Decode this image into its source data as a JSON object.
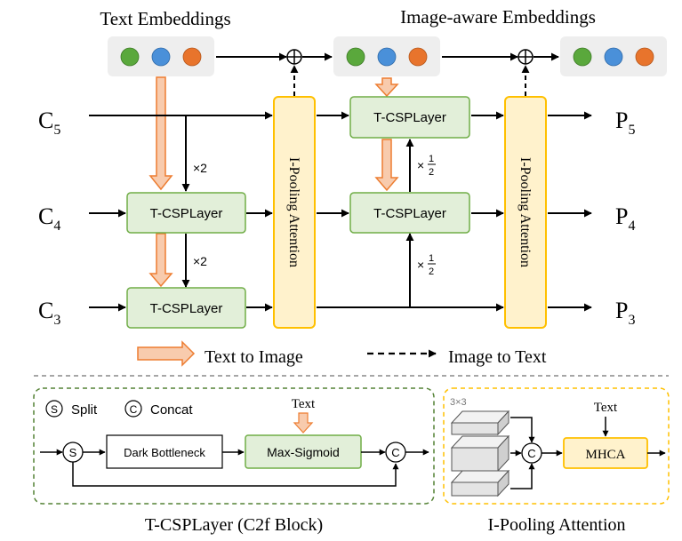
{
  "top": {
    "text_embeddings_label": "Text Embeddings",
    "image_aware_label": "Image-aware Embeddings",
    "dot_colors": [
      "#5aa83c",
      "#4a90d9",
      "#e8742c"
    ]
  },
  "inputs": [
    {
      "base": "C",
      "sub": "5"
    },
    {
      "base": "C",
      "sub": "4"
    },
    {
      "base": "C",
      "sub": "3"
    }
  ],
  "outputs": [
    {
      "base": "P",
      "sub": "5"
    },
    {
      "base": "P",
      "sub": "4"
    },
    {
      "base": "P",
      "sub": "3"
    }
  ],
  "blocks": {
    "tcsp": "T-CSPLayer",
    "ipool": "I-Pooling Attention"
  },
  "scales": {
    "x2_upper": "×2",
    "x2_lower": "×2",
    "half_times": "×",
    "half_num": "1",
    "half_den": "2"
  },
  "legend": {
    "text_to_image": "Text to Image",
    "image_to_text": "Image to Text"
  },
  "c2f": {
    "split_symbol": "S",
    "split_label": "Split",
    "concat_symbol": "C",
    "concat_label": "Concat",
    "text": "Text",
    "dark_bottleneck": "Dark Bottleneck",
    "max_sigmoid": "Max-Sigmoid",
    "caption": "T-CSPLayer (C2f Block)"
  },
  "ipa": {
    "size": "3×3",
    "concat_symbol": "C",
    "text": "Text",
    "mhca": "MHCA",
    "caption": "I-Pooling Attention"
  },
  "colors": {
    "green_fill": "#e2efd9",
    "green_stroke": "#70ad47",
    "yellow_fill": "#fff2cc",
    "yellow_stroke": "#ffc000",
    "orange_fill": "#f8cbad",
    "orange_stroke": "#ed7d31",
    "panel_bg": "#eeeeee",
    "dashed_green": "#548235"
  }
}
